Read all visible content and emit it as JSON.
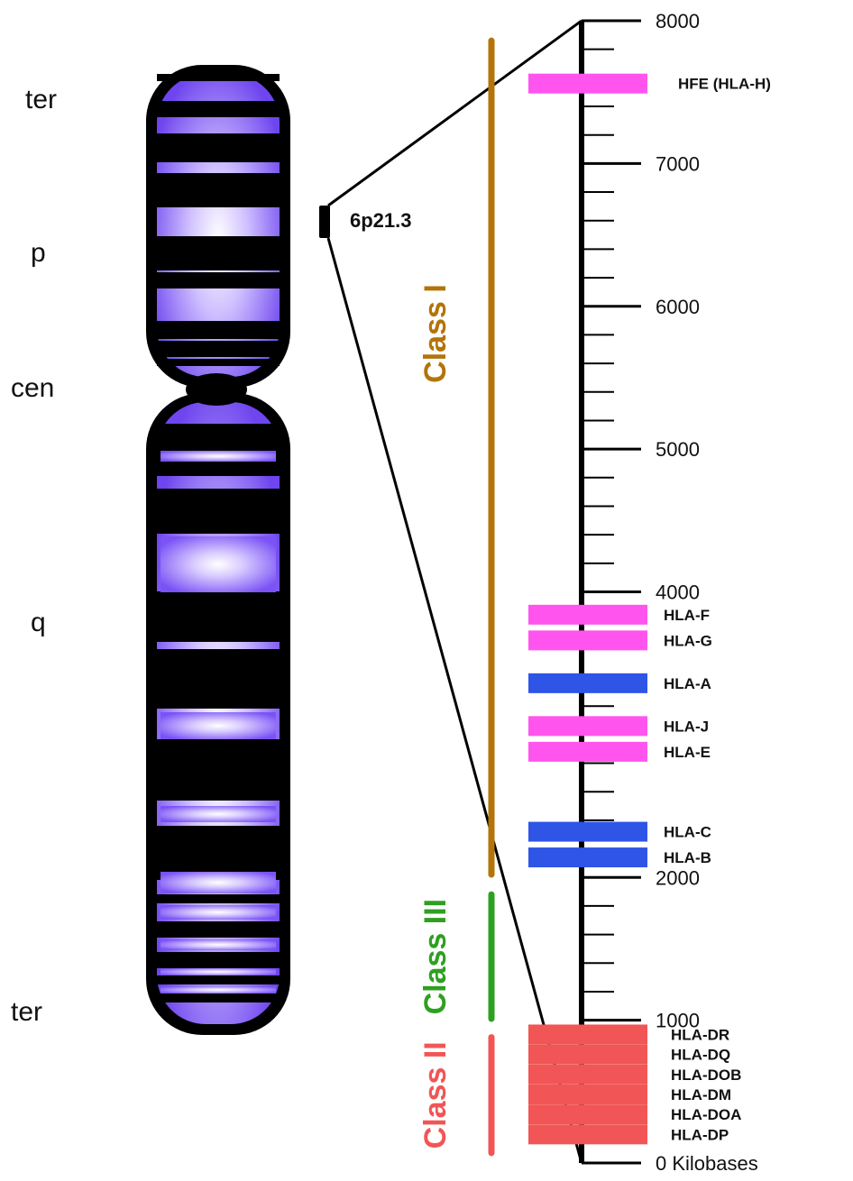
{
  "arm_labels": {
    "ter_top": "ter",
    "p": "p",
    "cen": "cen",
    "q": "q",
    "ter_bottom": "ter"
  },
  "band_label": "6p21.3",
  "axis": {
    "min": 0,
    "max": 8000,
    "major_ticks": [
      0,
      1000,
      2000,
      4000,
      5000,
      6000,
      7000,
      8000
    ],
    "labels": {
      "0": "0 Kilobases",
      "1000": "1000",
      "2000": "2000",
      "4000": "4000",
      "5000": "5000",
      "6000": "6000",
      "7000": "7000",
      "8000": "8000"
    },
    "minor_step": 200
  },
  "classes": [
    {
      "name": "Class I",
      "start": 2020,
      "end": 7860,
      "color": "#b37409"
    },
    {
      "name": "Class III",
      "start": 1010,
      "end": 1880,
      "color": "#2ea020"
    },
    {
      "name": "Class II",
      "start": 70,
      "end": 880,
      "color": "#f25555"
    }
  ],
  "genes": [
    {
      "name": "HFE (HLA-H)",
      "position": 7560,
      "color": "#ff55ee"
    },
    {
      "name": "HLA-F",
      "position": 3840,
      "color": "#ff55ee"
    },
    {
      "name": "HLA-G",
      "position": 3660,
      "color": "#ff55ee"
    },
    {
      "name": "HLA-A",
      "position": 3360,
      "color": "#2f55e6"
    },
    {
      "name": "HLA-J",
      "position": 3060,
      "color": "#ff55ee"
    },
    {
      "name": "HLA-E",
      "position": 2880,
      "color": "#ff55ee"
    },
    {
      "name": "HLA-C",
      "position": 2320,
      "color": "#2f55e6"
    },
    {
      "name": "HLA-B",
      "position": 2140,
      "color": "#2f55e6"
    },
    {
      "name": "HLA-DR",
      "position": 900,
      "color": "#f25555"
    },
    {
      "name": "HLA-DQ",
      "position": 760,
      "color": "#f25555"
    },
    {
      "name": "HLA-DOB",
      "position": 620,
      "color": "#f25555"
    },
    {
      "name": "HLA-DM",
      "position": 480,
      "color": "#f25555"
    },
    {
      "name": "HLA-DOA",
      "position": 340,
      "color": "#f25555"
    },
    {
      "name": "HLA-DP",
      "position": 200,
      "color": "#f25555"
    }
  ],
  "colors": {
    "chromosome_band": "#7a52f5",
    "chromosome_light": "#d9ccff",
    "outline": "#000000"
  }
}
